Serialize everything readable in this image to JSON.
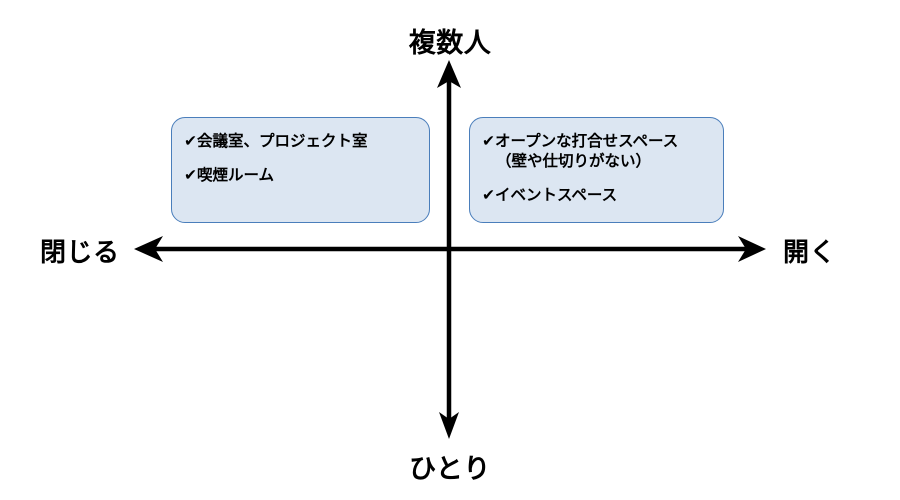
{
  "diagram": {
    "type": "two-axis-quadrant-matrix",
    "axes": {
      "vertical": {
        "top_label": "複数人",
        "bottom_label": "ひとり"
      },
      "horizontal": {
        "left_label": "閉じる",
        "right_label": "開く"
      }
    },
    "colors": {
      "box_fill": "#dce6f2",
      "box_border": "#4a7ebb",
      "axis": "#000000",
      "text": "#000000",
      "background": "#ffffff"
    },
    "bullet_glyph": "✔",
    "boxes": [
      {
        "id": "upper-left",
        "quadrant": "閉じる × 複数人",
        "items": [
          {
            "line1": "会議室、プロジェクト室",
            "line2": ""
          },
          {
            "line1": "喫煙ルーム",
            "line2": ""
          }
        ]
      },
      {
        "id": "upper-right",
        "quadrant": "開く × 複数人",
        "items": [
          {
            "line1": "オープンな打合せスペース",
            "line2": "（壁や仕切りがない）"
          },
          {
            "line1": "イベントスペース",
            "line2": ""
          }
        ]
      }
    ]
  }
}
